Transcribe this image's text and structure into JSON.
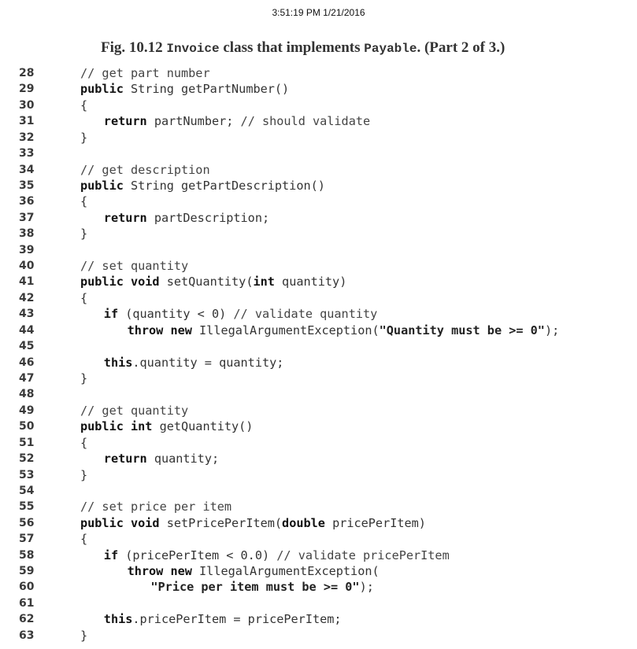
{
  "header": {
    "timestamp": "3:51:19 PM 1/21/2016"
  },
  "caption": {
    "prefix": "Fig. 10.12 ",
    "class_name": "Invoice",
    "middle": " class that implements ",
    "interface_name": "Payable",
    "suffix": ". (Part 2 of 3.)"
  },
  "code": {
    "lines": [
      {
        "n": "28",
        "indent": 0,
        "segments": [
          {
            "t": "// get part number",
            "s": "cm"
          }
        ]
      },
      {
        "n": "29",
        "indent": 0,
        "segments": [
          {
            "t": "public",
            "s": "kw"
          },
          {
            "t": " String getPartNumber()",
            "s": ""
          }
        ]
      },
      {
        "n": "30",
        "indent": 0,
        "segments": [
          {
            "t": "{",
            "s": ""
          }
        ]
      },
      {
        "n": "31",
        "indent": 1,
        "segments": [
          {
            "t": "return",
            "s": "kw"
          },
          {
            "t": " partNumber; ",
            "s": ""
          },
          {
            "t": "// should validate",
            "s": "cm"
          }
        ]
      },
      {
        "n": "32",
        "indent": 0,
        "segments": [
          {
            "t": "}",
            "s": ""
          }
        ]
      },
      {
        "n": "33",
        "indent": 0,
        "segments": []
      },
      {
        "n": "34",
        "indent": 0,
        "segments": [
          {
            "t": "// get description",
            "s": "cm"
          }
        ]
      },
      {
        "n": "35",
        "indent": 0,
        "segments": [
          {
            "t": "public",
            "s": "kw"
          },
          {
            "t": " String getPartDescription()",
            "s": ""
          }
        ]
      },
      {
        "n": "36",
        "indent": 0,
        "segments": [
          {
            "t": "{",
            "s": ""
          }
        ]
      },
      {
        "n": "37",
        "indent": 1,
        "segments": [
          {
            "t": "return",
            "s": "kw"
          },
          {
            "t": " partDescription;",
            "s": ""
          }
        ]
      },
      {
        "n": "38",
        "indent": 0,
        "segments": [
          {
            "t": "}",
            "s": ""
          }
        ]
      },
      {
        "n": "39",
        "indent": 0,
        "segments": []
      },
      {
        "n": "40",
        "indent": 0,
        "segments": [
          {
            "t": "// set quantity",
            "s": "cm"
          }
        ]
      },
      {
        "n": "41",
        "indent": 0,
        "segments": [
          {
            "t": "public void",
            "s": "kw"
          },
          {
            "t": " setQuantity(",
            "s": ""
          },
          {
            "t": "int",
            "s": "kw"
          },
          {
            "t": " quantity)",
            "s": ""
          }
        ]
      },
      {
        "n": "42",
        "indent": 0,
        "segments": [
          {
            "t": "{",
            "s": ""
          }
        ]
      },
      {
        "n": "43",
        "indent": 1,
        "segments": [
          {
            "t": "if",
            "s": "kw"
          },
          {
            "t": " (quantity < 0) ",
            "s": ""
          },
          {
            "t": "// validate quantity",
            "s": "cm"
          }
        ]
      },
      {
        "n": "44",
        "indent": 2,
        "segments": [
          {
            "t": "throw new",
            "s": "kw"
          },
          {
            "t": " IllegalArgumentException(",
            "s": ""
          },
          {
            "t": "\"Quantity must be >= 0\"",
            "s": "str"
          },
          {
            "t": ");",
            "s": ""
          }
        ]
      },
      {
        "n": "45",
        "indent": 0,
        "segments": []
      },
      {
        "n": "46",
        "indent": 1,
        "segments": [
          {
            "t": "this",
            "s": "kw"
          },
          {
            "t": ".quantity = quantity;",
            "s": ""
          }
        ]
      },
      {
        "n": "47",
        "indent": 0,
        "segments": [
          {
            "t": "}",
            "s": ""
          }
        ]
      },
      {
        "n": "48",
        "indent": 0,
        "segments": []
      },
      {
        "n": "49",
        "indent": 0,
        "segments": [
          {
            "t": "// get quantity",
            "s": "cm"
          }
        ]
      },
      {
        "n": "50",
        "indent": 0,
        "segments": [
          {
            "t": "public int",
            "s": "kw"
          },
          {
            "t": " getQuantity()",
            "s": ""
          }
        ]
      },
      {
        "n": "51",
        "indent": 0,
        "segments": [
          {
            "t": "{",
            "s": ""
          }
        ]
      },
      {
        "n": "52",
        "indent": 1,
        "segments": [
          {
            "t": "return",
            "s": "kw"
          },
          {
            "t": " quantity;",
            "s": ""
          }
        ]
      },
      {
        "n": "53",
        "indent": 0,
        "segments": [
          {
            "t": "}",
            "s": ""
          }
        ]
      },
      {
        "n": "54",
        "indent": 0,
        "segments": []
      },
      {
        "n": "55",
        "indent": 0,
        "segments": [
          {
            "t": "// set price per item",
            "s": "cm"
          }
        ]
      },
      {
        "n": "56",
        "indent": 0,
        "segments": [
          {
            "t": "public void",
            "s": "kw"
          },
          {
            "t": " setPricePerItem(",
            "s": ""
          },
          {
            "t": "double",
            "s": "kw"
          },
          {
            "t": " pricePerItem)",
            "s": ""
          }
        ]
      },
      {
        "n": "57",
        "indent": 0,
        "segments": [
          {
            "t": "{",
            "s": ""
          }
        ]
      },
      {
        "n": "58",
        "indent": 1,
        "segments": [
          {
            "t": "if",
            "s": "kw"
          },
          {
            "t": " (pricePerItem < 0.0) ",
            "s": ""
          },
          {
            "t": "// validate pricePerItem",
            "s": "cm"
          }
        ]
      },
      {
        "n": "59",
        "indent": 2,
        "segments": [
          {
            "t": "throw new",
            "s": "kw"
          },
          {
            "t": " IllegalArgumentException(",
            "s": ""
          }
        ]
      },
      {
        "n": "60",
        "indent": 3,
        "segments": [
          {
            "t": "\"Price per item must be >= 0\"",
            "s": "str"
          },
          {
            "t": ");",
            "s": ""
          }
        ]
      },
      {
        "n": "61",
        "indent": 0,
        "segments": []
      },
      {
        "n": "62",
        "indent": 1,
        "segments": [
          {
            "t": "this",
            "s": "kw"
          },
          {
            "t": ".pricePerItem = pricePerItem;",
            "s": ""
          }
        ]
      },
      {
        "n": "63",
        "indent": 0,
        "segments": [
          {
            "t": "}",
            "s": ""
          }
        ]
      }
    ]
  }
}
